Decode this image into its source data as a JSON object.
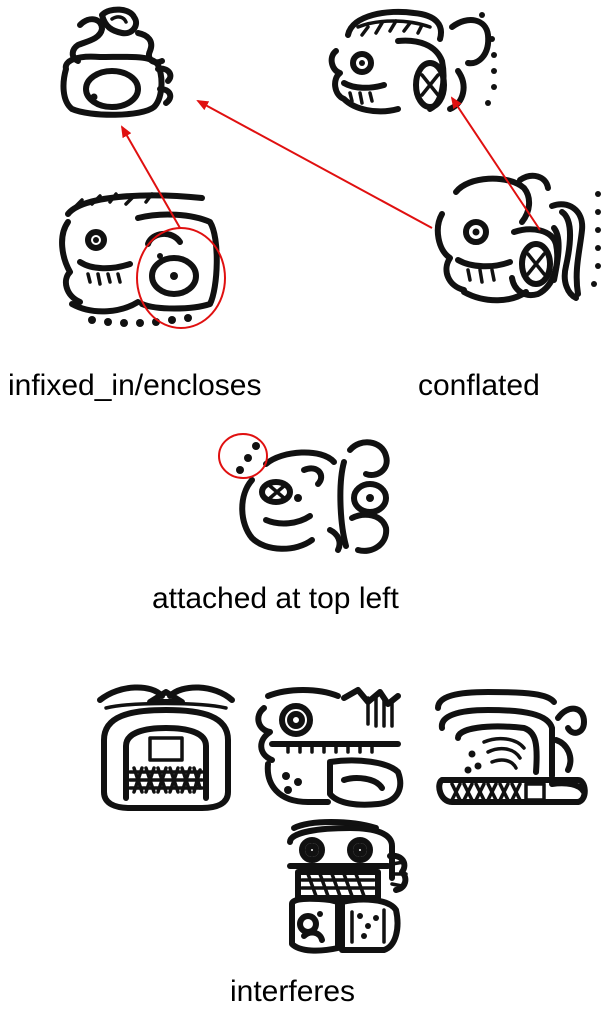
{
  "labels": {
    "infixed": "infixed_in/encloses",
    "conflated": "conflated",
    "attached": "attached at top left",
    "interferes": "interferes"
  },
  "colors": {
    "annotation": "#e01010",
    "ink": "#111111"
  },
  "glyphs": {
    "infixed_main_sign": "small glyph block with a round infixed element",
    "infixed_head_variant": "head glyph block",
    "infixed_compound": "compound head glyph with circled infix",
    "conflated_compound": "conflated head glyph compound",
    "attached_compound": "glyph compound with dots attached at top left",
    "interferes_glyph_1": "open mouth glyph with cross-hatching",
    "interferes_glyph_2": "head glyph with eye and teeth",
    "interferes_glyph_3": "curled glyph with hatched band",
    "interferes_combined": "combined interfering glyph block"
  }
}
